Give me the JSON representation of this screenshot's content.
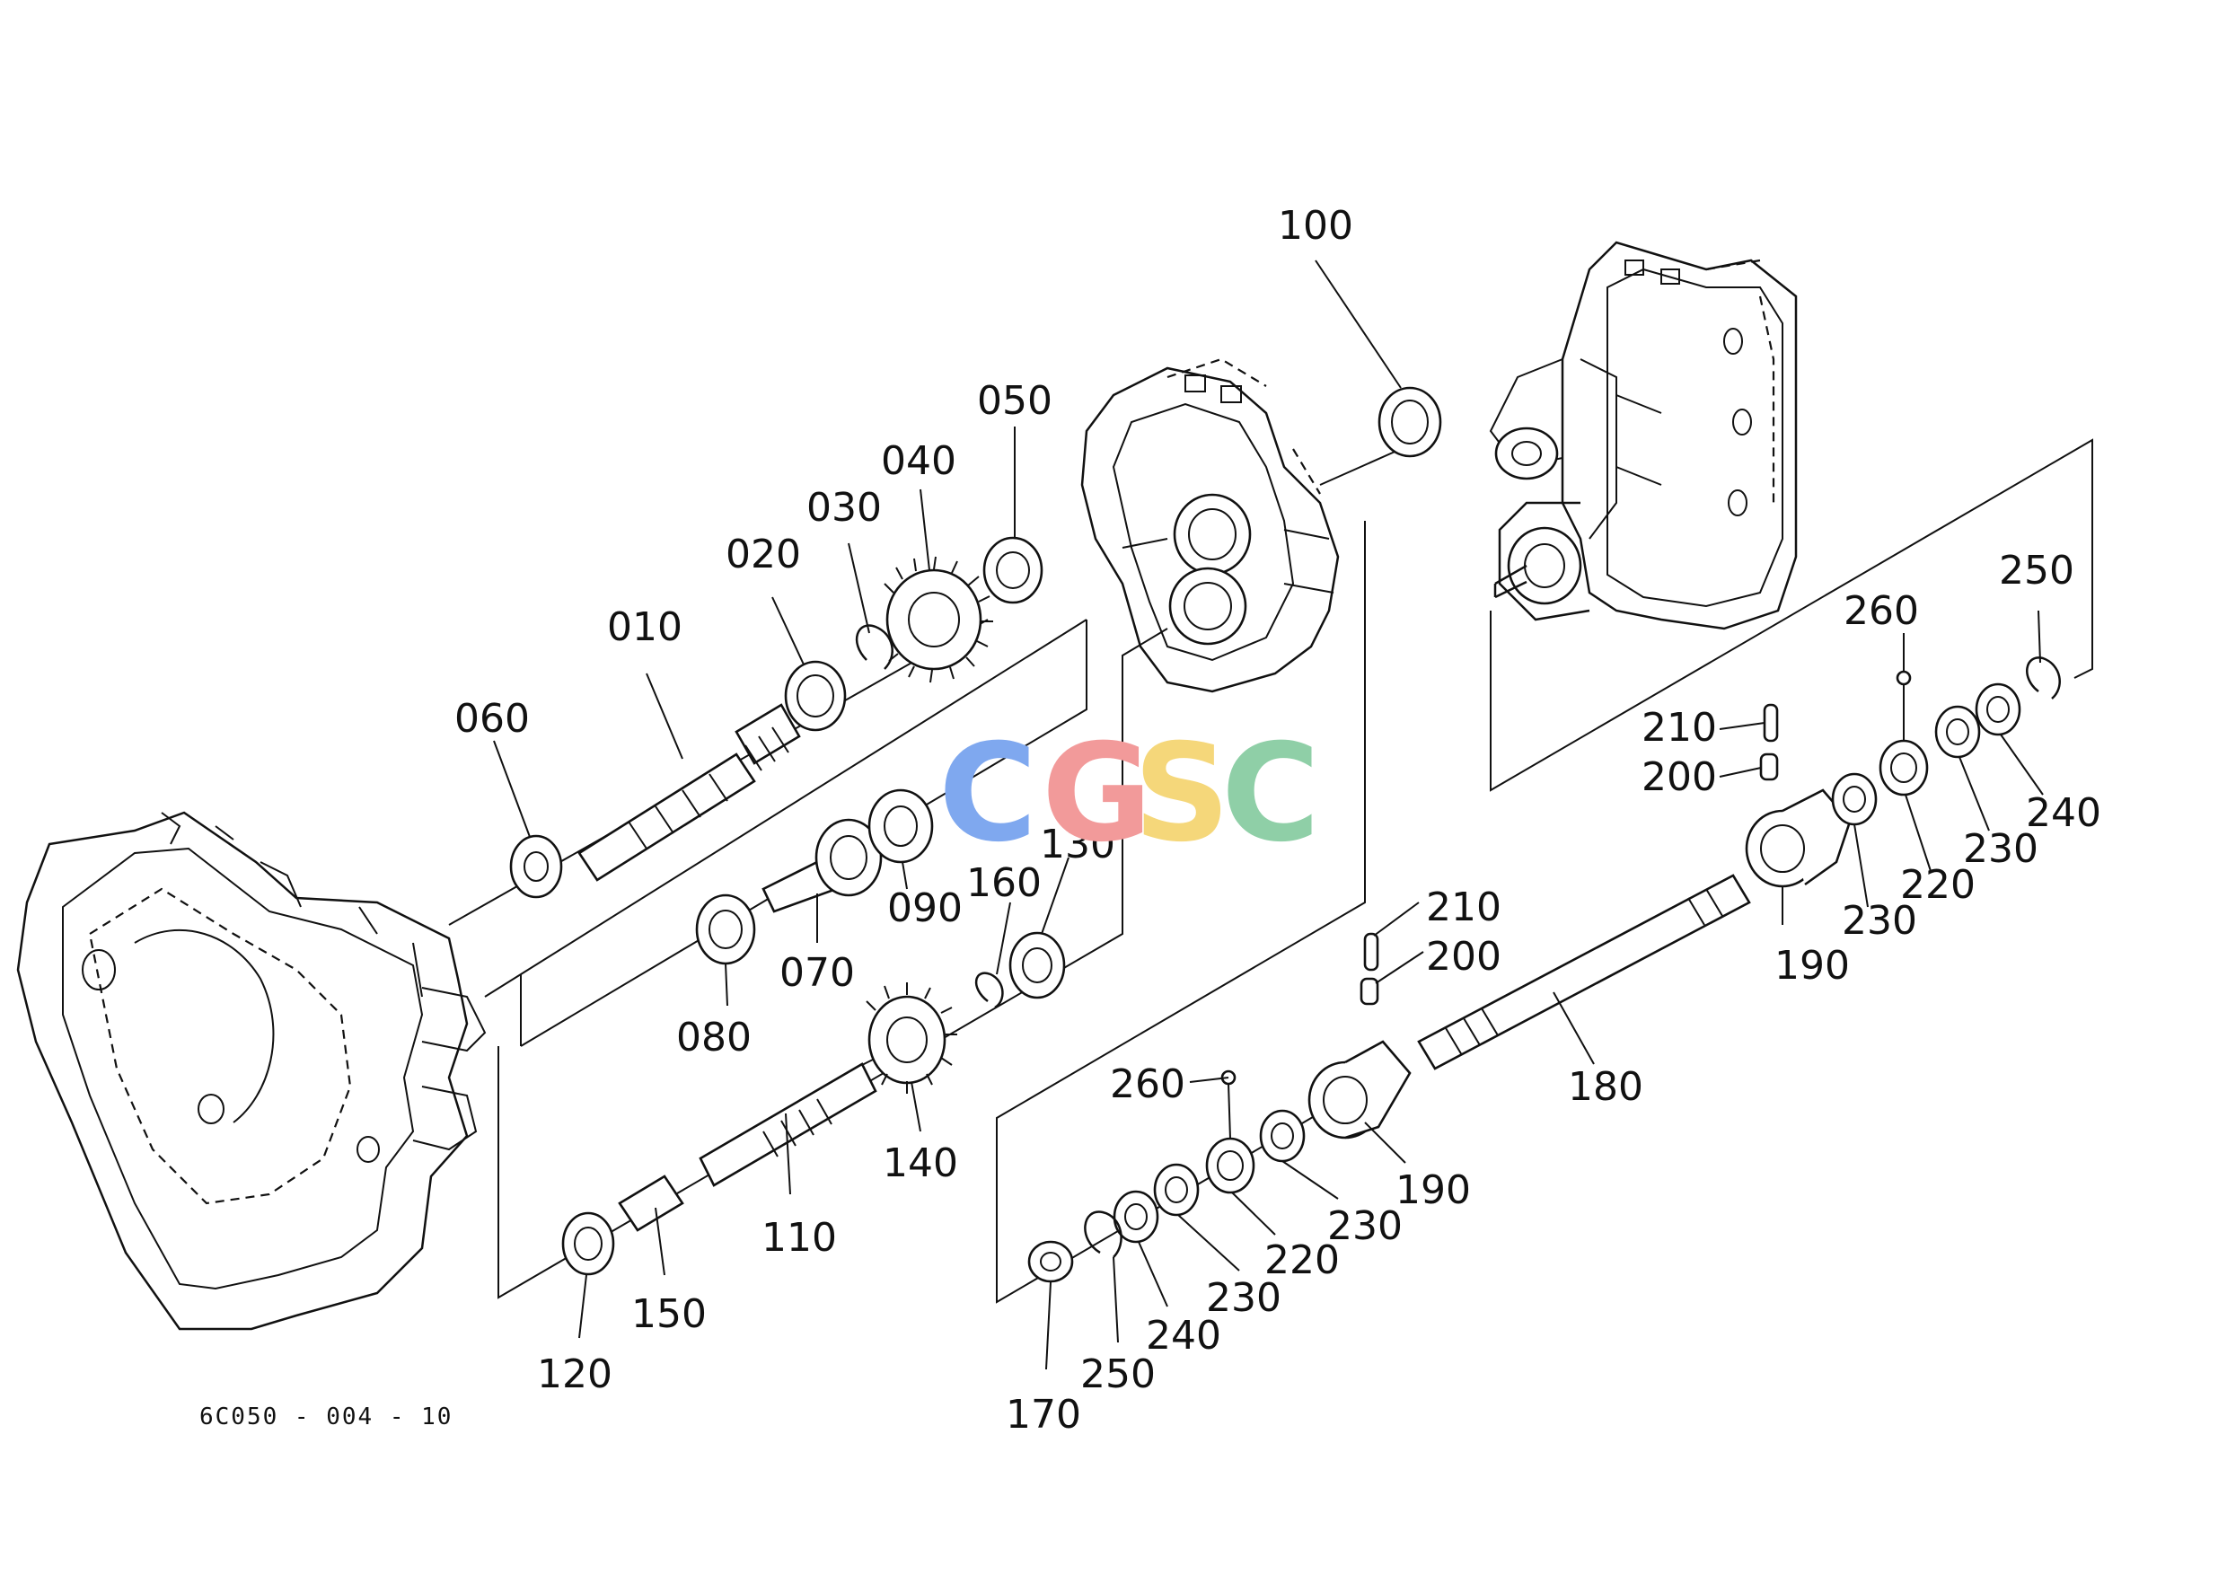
{
  "diagram_code": "6C050 - 004 - 10",
  "watermark": {
    "letters": [
      "C",
      "G",
      "S",
      "C"
    ],
    "colors": [
      "#7fa8ef",
      "#f29a9a",
      "#f5d77a",
      "#8fcfa7"
    ]
  },
  "part_labels": {
    "p010": "010",
    "p020": "020",
    "p030": "030",
    "p040": "040",
    "p050": "050",
    "p060": "060",
    "p070": "070",
    "p080": "080",
    "p090": "090",
    "p100": "100",
    "p110": "110",
    "p120": "120",
    "p130": "130",
    "p140": "140",
    "p150": "150",
    "p160": "160",
    "p170": "170",
    "p180": "180",
    "p190a": "190",
    "p190b": "190",
    "p200a": "200",
    "p200b": "200",
    "p210a": "210",
    "p210b": "210",
    "p220a": "220",
    "p220b": "220",
    "p230a": "230",
    "p230b": "230",
    "p230c": "230",
    "p230d": "230",
    "p240a": "240",
    "p240b": "240",
    "p250a": "250",
    "p250b": "250",
    "p260a": "260",
    "p260b": "260"
  }
}
